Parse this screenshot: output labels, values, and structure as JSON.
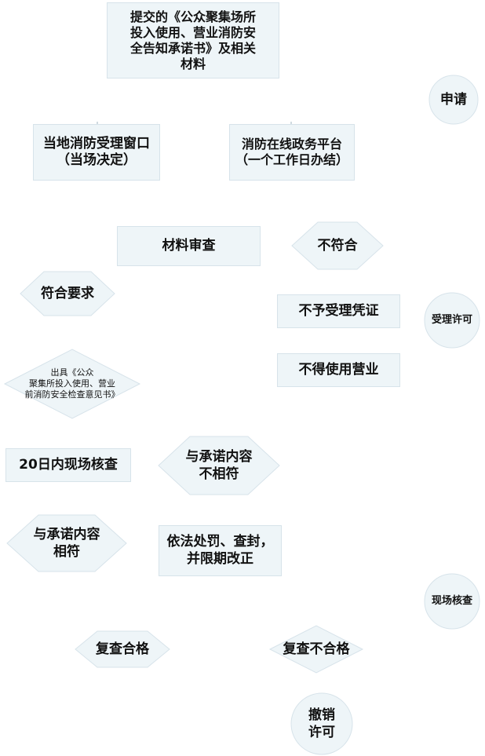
{
  "nodes": {
    "submit": "提交的《公众聚集场所\n投入使用、营业消防安\n全告知承诺书》及相关\n材料",
    "window": "当地消防受理窗口\n（当场决定）",
    "online": "消防在线政务平台\n（一个工作日办结）",
    "review": "材料审查",
    "not_comply": "不符合",
    "comply": "符合要求",
    "no_voucher": "不予受理凭证",
    "no_business": "不得使用营业",
    "issue_opinion": "出具《公众\n聚集所投入使用、营业\n前消防安全检查意见书》",
    "onsite_20": "20日内现场核查",
    "mismatch": "与承诺内容\n不相符",
    "match": "与承诺内容\n相符",
    "penalty": "依法处罚、查封，\n并限期改正",
    "recheck_pass": "复查合格",
    "recheck_fail": "复查不合格",
    "revoke": "撤销\n许可"
  },
  "stages": {
    "apply": "申请",
    "accept": "受理许可",
    "inspect": "现场核查"
  },
  "colors": {
    "fill": "#eef5f8",
    "stroke": "#d7e3ea"
  }
}
